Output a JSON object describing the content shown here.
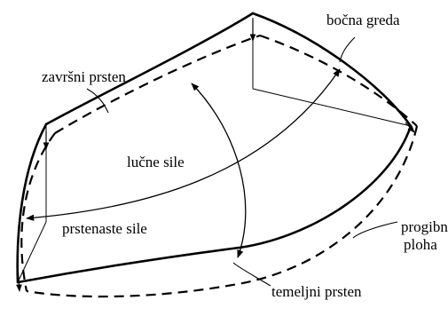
{
  "labels": {
    "zavrsni_prsten": "završni prsten",
    "bocna_greda": "bočna greda",
    "lucne_sile": "lučne sile",
    "prstenaste_sile": "prstenaste sile",
    "progibna_ploha_line1": "progibna",
    "progibna_ploha_line2": "ploha",
    "temeljni_prsten": "temeljni prsten"
  },
  "colors": {
    "ink": "#000000",
    "background": "#ffffff"
  }
}
